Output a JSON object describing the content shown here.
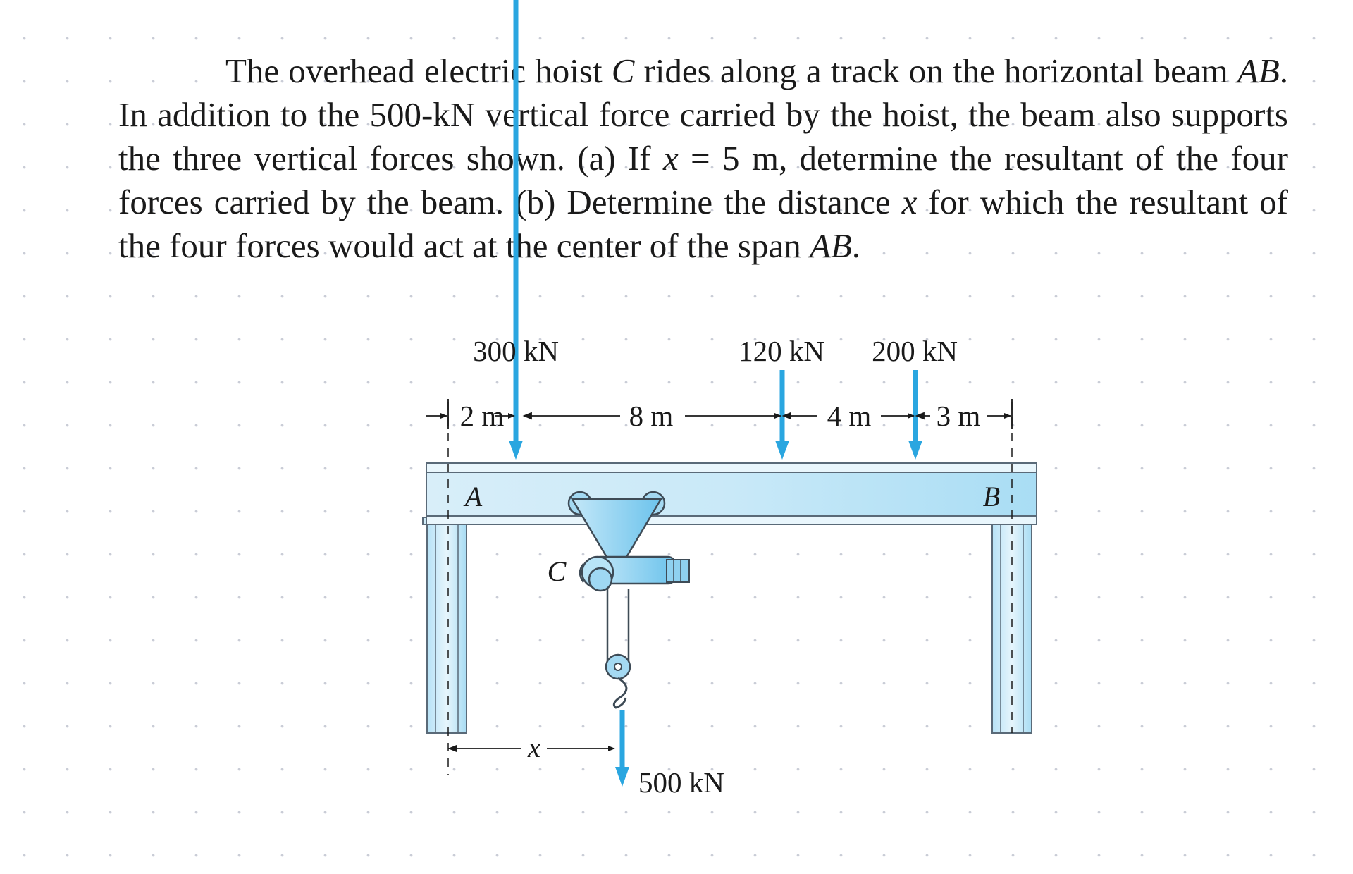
{
  "problem": {
    "line1_pre": "The overhead electric hoist ",
    "hoist_letter": "C",
    "line1_post": " rides along a track on the horizontal beam",
    "beam_name": "AB",
    "sentence2": ". In addition to the 500-kN vertical force carried by the hoist, the beam also supports the three vertical forces shown. (a) If ",
    "var_x": "x",
    "cond": " = 5 m, determine the resultant of the four forces carried by the beam. (b) Determine the distance ",
    "var_x2": "x",
    "end": " for which the resultant of the four forces would act at the center of the span ",
    "span": "AB",
    "period": "."
  },
  "diagram": {
    "forces": {
      "f1": "300 kN",
      "f2": "120 kN",
      "f3": "200 kN",
      "hoist": "500 kN"
    },
    "dimensions": {
      "d1": "2 m",
      "d2": "8 m",
      "d3": "4 m",
      "d4": "3 m",
      "x": "x"
    },
    "points": {
      "a": "A",
      "b": "B",
      "c": "C"
    },
    "colors": {
      "arrow": "#2aa6e0",
      "beam_light": "#dff2fc",
      "beam_mid": "#b5e1f6",
      "beam_edge": "#5a6a78"
    }
  }
}
